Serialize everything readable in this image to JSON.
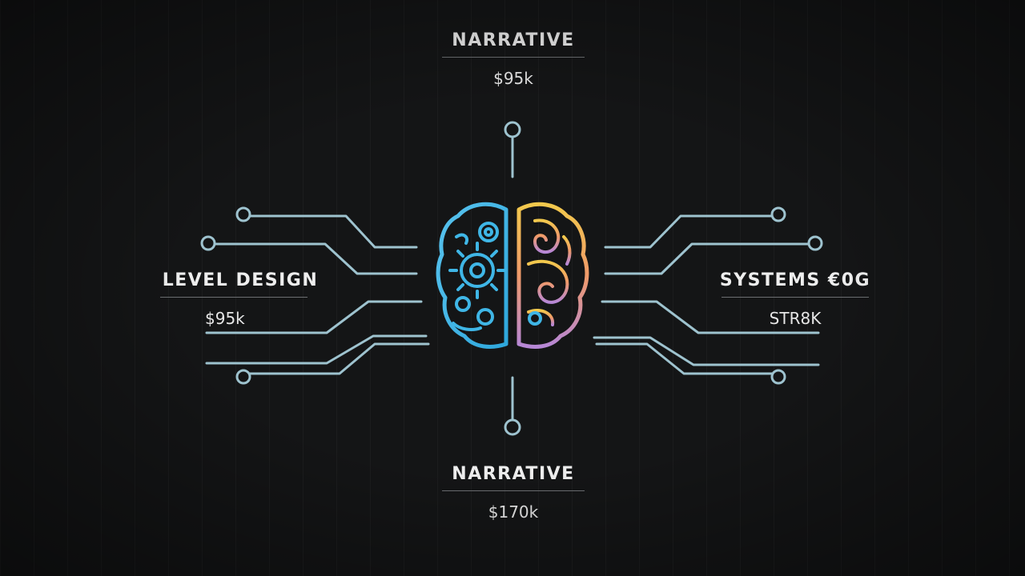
{
  "nodes": {
    "top": {
      "title": "NARRATIVE",
      "value": "$95k"
    },
    "left": {
      "title": "LEVEL DESIGN",
      "value": "$95k"
    },
    "right": {
      "title": "SYSTEMS €0G",
      "value": "STR8K"
    },
    "bottom": {
      "title": "NARRATIVE",
      "value": "$170k"
    }
  },
  "colors": {
    "background": "#141516",
    "circuit": "#9ec3cf",
    "brain_left": "#3fb6e6",
    "brain_right_top": "#f2c94c",
    "brain_right_bottom": "#b687d6"
  },
  "icons": {
    "center": "brain-gears-icon"
  }
}
